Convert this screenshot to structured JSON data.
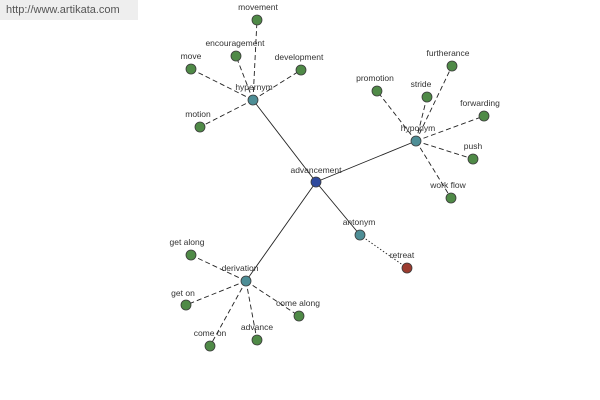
{
  "site_url": "http://www.artikata.com",
  "colors": {
    "root": "#2f4a9e",
    "relation": "#4e8e96",
    "word": "#4f8a47",
    "antonym_word": "#9b3b2f",
    "edge": "#222222"
  },
  "graph": {
    "root": "advancement",
    "relations": [
      {
        "label": "hypernym",
        "words": [
          "movement",
          "encouragement",
          "move",
          "development",
          "motion"
        ]
      },
      {
        "label": "hyponym",
        "words": [
          "furtherance",
          "promotion",
          "stride",
          "forwarding",
          "push",
          "work flow"
        ]
      },
      {
        "label": "antonym",
        "words": [
          "retreat"
        ]
      },
      {
        "label": "derivation",
        "words": [
          "get along",
          "get on",
          "come along",
          "come on",
          "advance"
        ]
      }
    ]
  }
}
